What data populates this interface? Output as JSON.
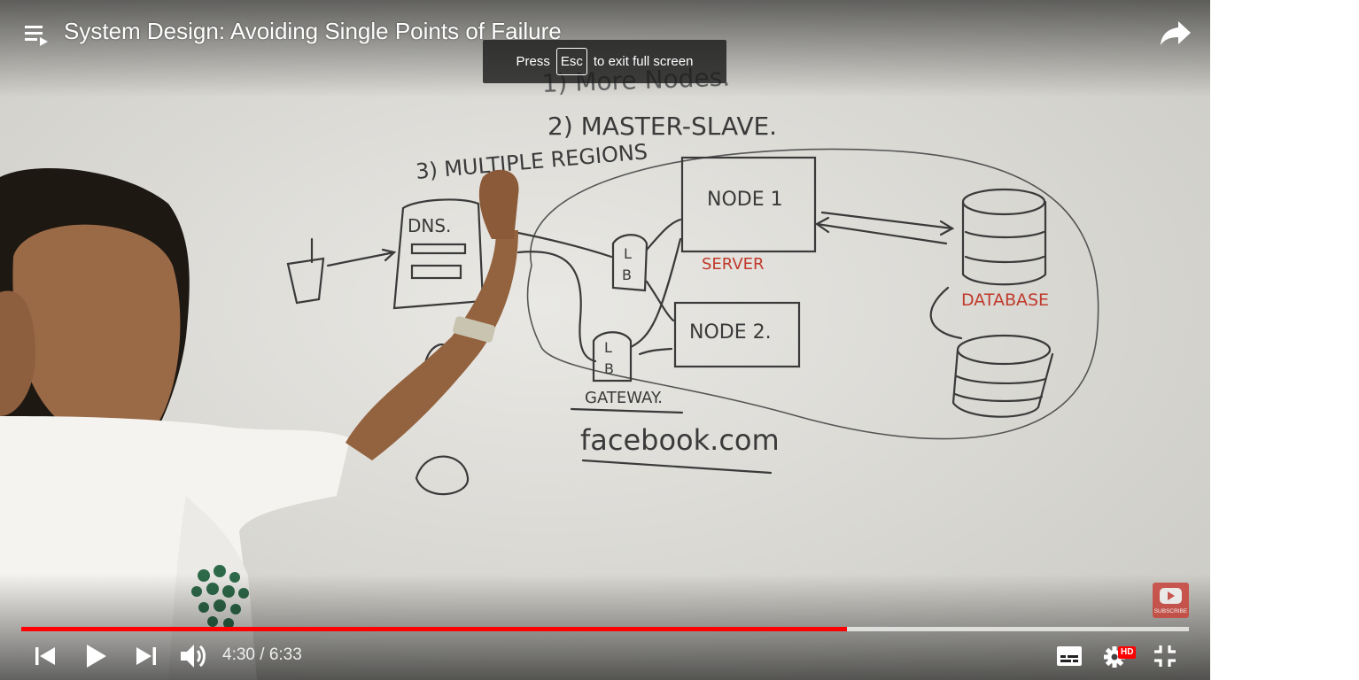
{
  "video": {
    "title": "System Design: Avoiding Single Points of Failure"
  },
  "fullscreen_toast": {
    "press": "Press",
    "key": "Esc",
    "suffix": "to exit full screen"
  },
  "whiteboard": {
    "list_item_1": "1) More Nodes.",
    "list_item_2": "2) MASTER-SLAVE.",
    "list_item_3": "3) MULTIPLE REGIONS",
    "dns": "DNS.",
    "node1": "NODE 1",
    "node2": "NODE 2.",
    "server": "SERVER",
    "database": "DATABASE",
    "lb_l": "L",
    "lb_b": "B",
    "gateway": "GATEWAY.",
    "domain": "facebook.com"
  },
  "watermark": {
    "label": "SUBSCRIBE"
  },
  "controls": {
    "time_current": "4:30",
    "time_separator": " / ",
    "time_total": "6:33",
    "hd_badge": "HD",
    "progress_played_fraction": 0.707,
    "progress_loaded_fraction": 1.0
  },
  "colors": {
    "progress_played": "#ff0000",
    "marker_dark": "#333333",
    "marker_red": "#c0392b"
  },
  "icons": {
    "playlist": "playlist-icon",
    "share": "share-icon",
    "previous": "skip-previous-icon",
    "play": "play-icon",
    "next": "skip-next-icon",
    "volume": "volume-icon",
    "subtitles": "subtitles-icon",
    "settings": "settings-icon",
    "exit_fullscreen": "exit-fullscreen-icon",
    "subscribe": "youtube-subscribe-icon"
  }
}
